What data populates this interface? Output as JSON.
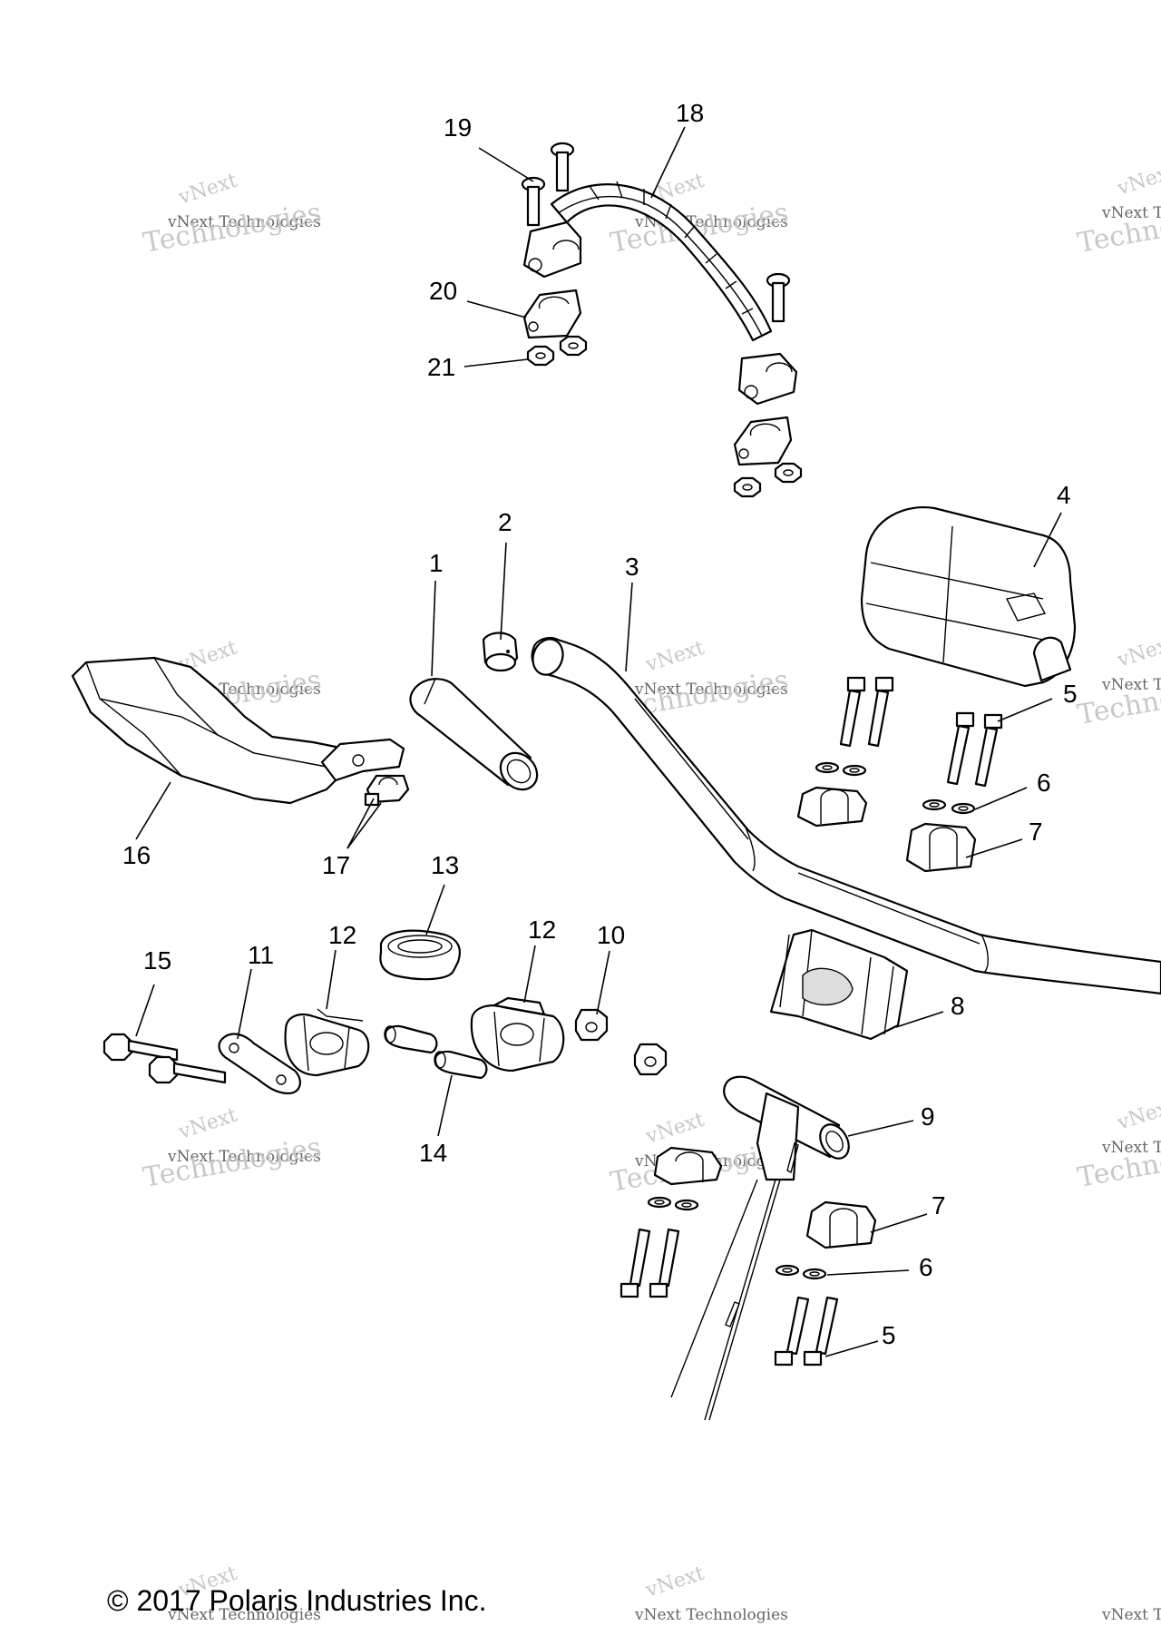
{
  "copyright": "© 2017 Polaris Industries Inc.",
  "watermark": {
    "line1": "vNext",
    "line2": "vNext Technologies",
    "line3": "Technologies"
  },
  "callouts": {
    "c1": "1",
    "c2": "2",
    "c3": "3",
    "c4": "4",
    "c5a": "5",
    "c5b": "5",
    "c6a": "6",
    "c6b": "6",
    "c7a": "7",
    "c7b": "7",
    "c8": "8",
    "c9": "9",
    "c10": "10",
    "c11": "11",
    "c12a": "12",
    "c12b": "12",
    "c13": "13",
    "c14": "14",
    "c15": "15",
    "c16": "16",
    "c17": "17",
    "c18": "18",
    "c19": "19",
    "c20": "20",
    "c21": "21"
  }
}
